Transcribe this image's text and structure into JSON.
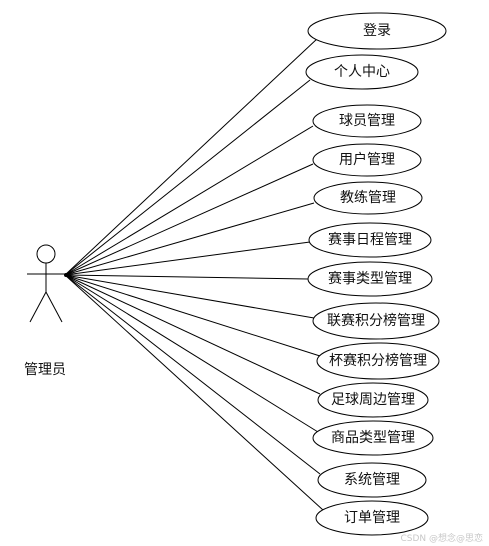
{
  "actor": {
    "label": "管理员"
  },
  "use_cases": [
    {
      "label": "登录"
    },
    {
      "label": "个人中心"
    },
    {
      "label": "球员管理"
    },
    {
      "label": "用户管理"
    },
    {
      "label": "教练管理"
    },
    {
      "label": "赛事日程管理"
    },
    {
      "label": "赛事类型管理"
    },
    {
      "label": "联赛积分榜管理"
    },
    {
      "label": "杯赛积分榜管理"
    },
    {
      "label": "足球周边管理"
    },
    {
      "label": "商品类型管理"
    },
    {
      "label": "系统管理"
    },
    {
      "label": "订单管理"
    }
  ],
  "watermark": {
    "text": "CSDN @想念@思恋"
  },
  "colors": {
    "stroke": "#000000",
    "fill": "#ffffff",
    "text": "#111111"
  }
}
